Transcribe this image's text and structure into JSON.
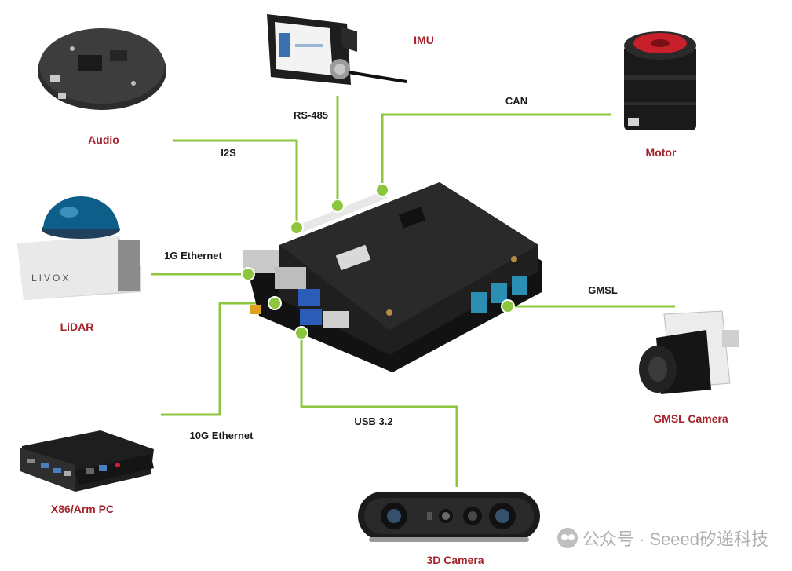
{
  "devices": {
    "imu": "IMU",
    "audio": "Audio",
    "motor": "Motor",
    "lidar": "LiDAR",
    "gmsl_camera": "GMSL Camera",
    "pc": "X86/Arm PC",
    "camera_3d": "3D Camera"
  },
  "interfaces": {
    "rs485": "RS-485",
    "can": "CAN",
    "i2s": "I2S",
    "eth1g": "1G Ethernet",
    "gmsl": "GMSL",
    "eth10g": "10G Ethernet",
    "usb": "USB 3.2"
  },
  "lidar_brand": "LIVOX",
  "watermark": "公众号 · Seeed矽递科技",
  "colors": {
    "connector_line": "#8cc63f",
    "device_label": "#a4222a",
    "interface_label": "#1a1a1a",
    "board": "#1c1c1c",
    "gmsl_connector": "#2a8fb3"
  }
}
